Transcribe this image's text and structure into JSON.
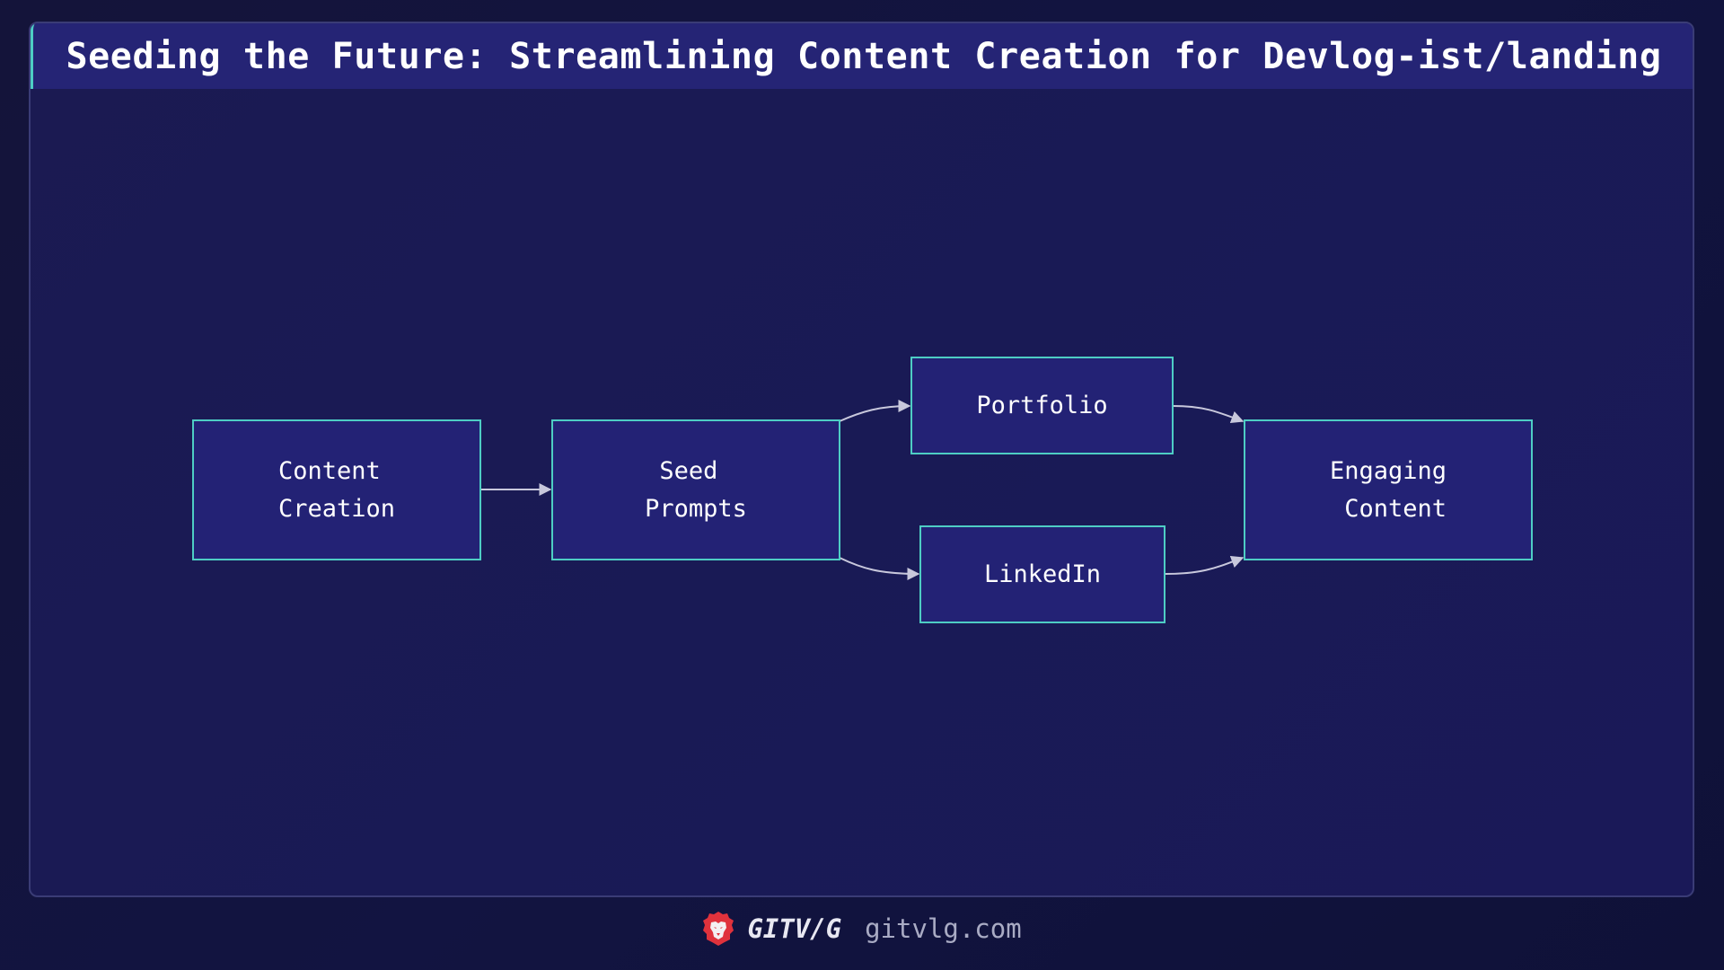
{
  "header": {
    "title": "Seeding the Future: Streamlining Content Creation for Devlog-ist/landing",
    "accent_color": "#4ecdc4",
    "background_color": "#252475"
  },
  "diagram": {
    "type": "flowchart",
    "direction": "left-to-right",
    "node_fill": "#232275",
    "node_border": "#4ecdc4",
    "edge_color": "#c8c8dc",
    "nodes": [
      {
        "id": "content_creation",
        "lines": [
          "Content ",
          "Creation"
        ]
      },
      {
        "id": "seed_prompts",
        "lines": [
          "Seed ",
          "Prompts"
        ]
      },
      {
        "id": "portfolio",
        "lines": [
          "Portfolio"
        ]
      },
      {
        "id": "linkedin",
        "lines": [
          "LinkedIn"
        ]
      },
      {
        "id": "engaging_content",
        "lines": [
          "Engaging",
          " Content"
        ]
      }
    ],
    "edges": [
      {
        "from": "content_creation",
        "to": "seed_prompts"
      },
      {
        "from": "seed_prompts",
        "to": "portfolio"
      },
      {
        "from": "seed_prompts",
        "to": "linkedin"
      },
      {
        "from": "portfolio",
        "to": "engaging_content"
      },
      {
        "from": "linkedin",
        "to": "engaging_content"
      }
    ]
  },
  "footer": {
    "logo_icon": "lion-icon",
    "brand": "GITV/G",
    "site": "gitvlg.com",
    "logo_color": "#e0323c"
  }
}
